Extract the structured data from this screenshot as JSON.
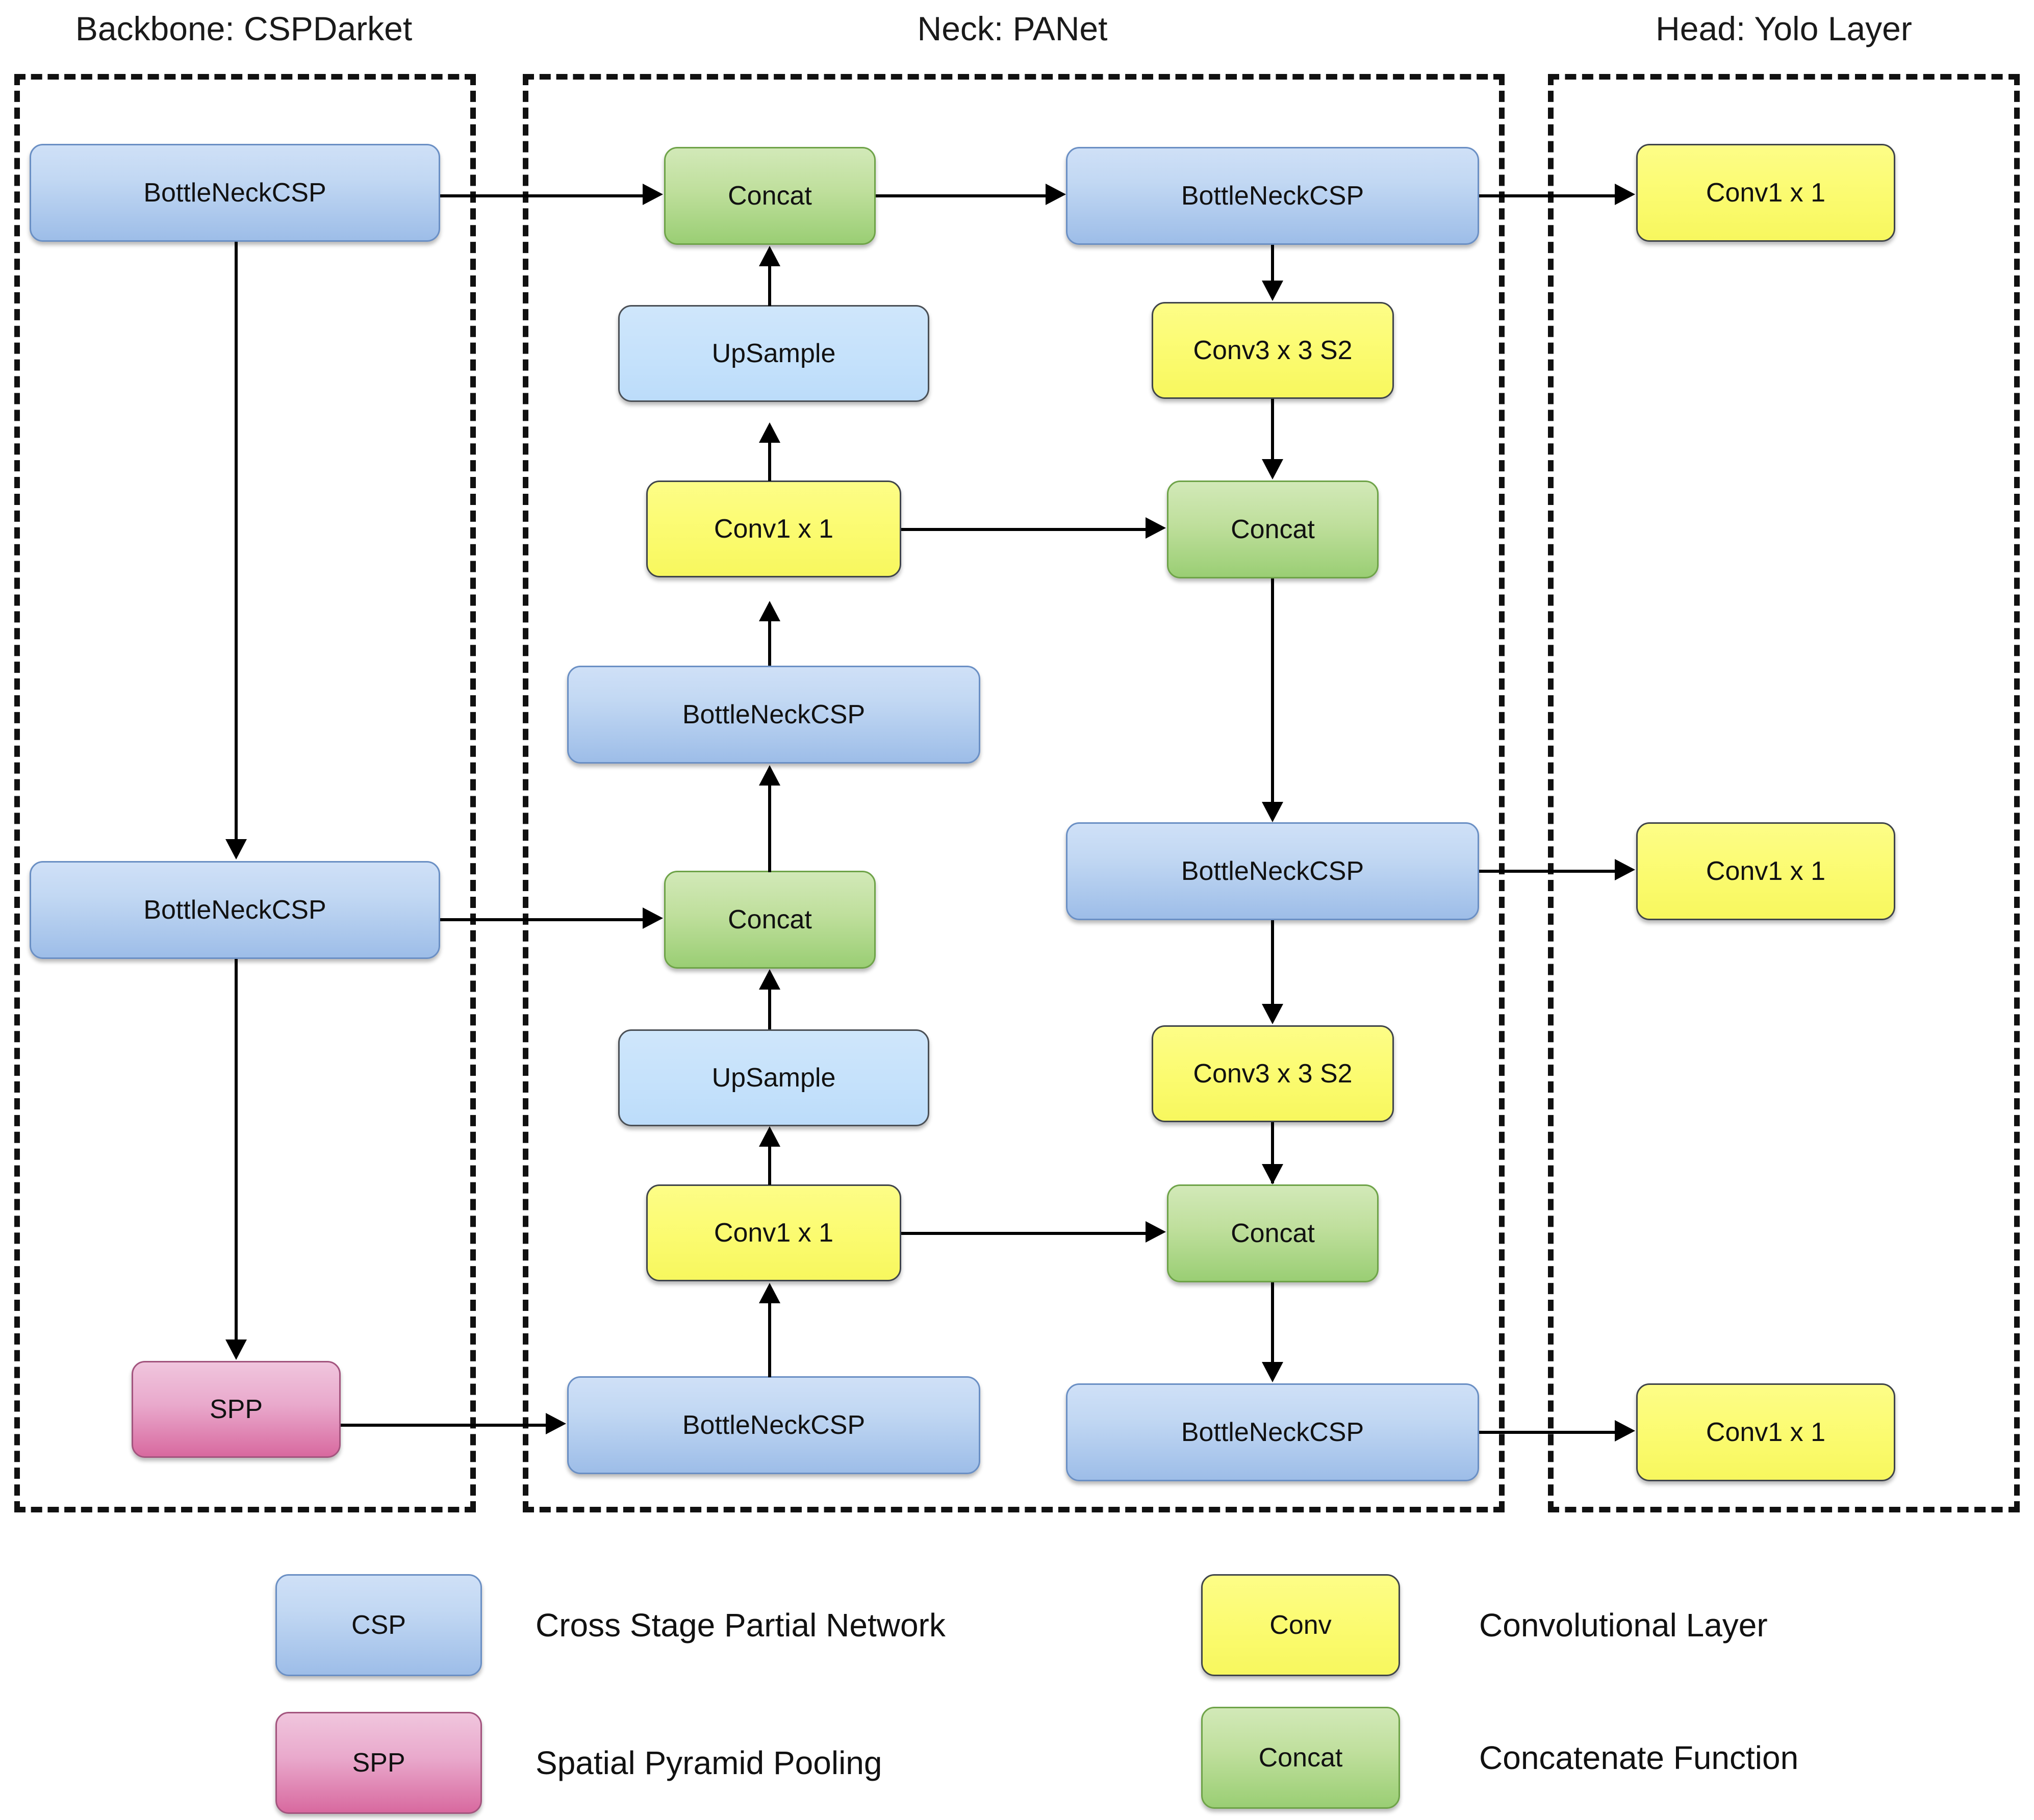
{
  "diagram": {
    "title_backbone": "Backbone: CSPDarket",
    "title_neck": "Neck: PANet",
    "title_head": "Head: Yolo Layer",
    "labels": {
      "csp": "BottleNeckCSP",
      "concat": "Concat",
      "upsample": "UpSample",
      "conv1x1": "Conv1 x 1",
      "conv3x3s2": "Conv3 x 3 S2",
      "spp": "SPP"
    },
    "colors": {
      "csp": "#9dbde8",
      "upsample": "#c4e1fb",
      "conv": "#fbfb6f",
      "concat": "#9ace74",
      "spp": "#d8699f",
      "border_dash": "#111111",
      "edge": "#000000"
    }
  },
  "nodes": {
    "backbone": [
      {
        "id": "bb-csp-1",
        "type": "csp",
        "label": "BottleNeckCSP"
      },
      {
        "id": "bb-csp-2",
        "type": "csp",
        "label": "BottleNeckCSP"
      },
      {
        "id": "bb-spp",
        "type": "spp",
        "label": "SPP"
      }
    ],
    "neck_col1": [
      {
        "id": "nk-concat-top",
        "type": "concat",
        "label": "Concat"
      },
      {
        "id": "nk-up-top",
        "type": "upsample",
        "label": "UpSample"
      },
      {
        "id": "nk-conv-top",
        "type": "conv",
        "label": "Conv1 x 1"
      },
      {
        "id": "nk-csp-mid",
        "type": "csp",
        "label": "BottleNeckCSP"
      },
      {
        "id": "nk-concat-mid",
        "type": "concat",
        "label": "Concat"
      },
      {
        "id": "nk-up-bot",
        "type": "upsample",
        "label": "UpSample"
      },
      {
        "id": "nk-conv-bot",
        "type": "conv",
        "label": "Conv1 x 1"
      },
      {
        "id": "nk-csp-bot",
        "type": "csp",
        "label": "BottleNeckCSP"
      }
    ],
    "neck_col2": [
      {
        "id": "nk2-csp-1",
        "type": "csp",
        "label": "BottleNeckCSP"
      },
      {
        "id": "nk2-conv-1",
        "type": "conv",
        "label": "Conv3 x 3 S2"
      },
      {
        "id": "nk2-cat-1",
        "type": "concat",
        "label": "Concat"
      },
      {
        "id": "nk2-csp-2",
        "type": "csp",
        "label": "BottleNeckCSP"
      },
      {
        "id": "nk2-conv-2",
        "type": "conv",
        "label": "Conv3 x 3 S2"
      },
      {
        "id": "nk2-cat-2",
        "type": "concat",
        "label": "Concat"
      },
      {
        "id": "nk2-csp-3",
        "type": "csp",
        "label": "BottleNeckCSP"
      }
    ],
    "head": [
      {
        "id": "hd-conv-1",
        "type": "conv",
        "label": "Conv1 x 1"
      },
      {
        "id": "hd-conv-2",
        "type": "conv",
        "label": "Conv1 x 1"
      },
      {
        "id": "hd-conv-3",
        "type": "conv",
        "label": "Conv1 x 1"
      }
    ]
  },
  "legend": {
    "items": [
      {
        "key": "csp",
        "box_label": "CSP",
        "description": "Cross Stage Partial Network"
      },
      {
        "key": "spp",
        "box_label": "SPP",
        "description": "Spatial Pyramid Pooling"
      },
      {
        "key": "conv",
        "box_label": "Conv",
        "description": "Convolutional Layer"
      },
      {
        "key": "concat",
        "box_label": "Concat",
        "description": "Concatenate Function"
      }
    ]
  }
}
